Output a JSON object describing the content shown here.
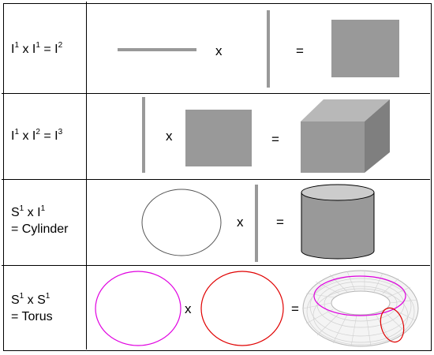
{
  "rows": [
    {
      "line1": {
        "base": "I",
        "exp": "1",
        "op": " x I",
        "exp2": "1",
        "eq": " = I",
        "exp3": "2"
      },
      "times": "x",
      "equals": "="
    },
    {
      "line1": {
        "base": "I",
        "exp": "1",
        "op": " x I",
        "exp2": "2",
        "eq": " = I",
        "exp3": "3"
      },
      "times": "x",
      "equals": "="
    },
    {
      "line1": {
        "base": "S",
        "exp": "1",
        "op": " x I",
        "exp2": "1"
      },
      "line2": "= Cylinder",
      "times": "x",
      "equals": "="
    },
    {
      "line1": {
        "base": "S",
        "exp": "1",
        "op": " x S",
        "exp2": "1"
      },
      "line2": "= Torus",
      "times": "x",
      "equals": "="
    }
  ],
  "colors": {
    "gray": "#999999",
    "magenta": "#e000e0",
    "red": "#e00000"
  }
}
